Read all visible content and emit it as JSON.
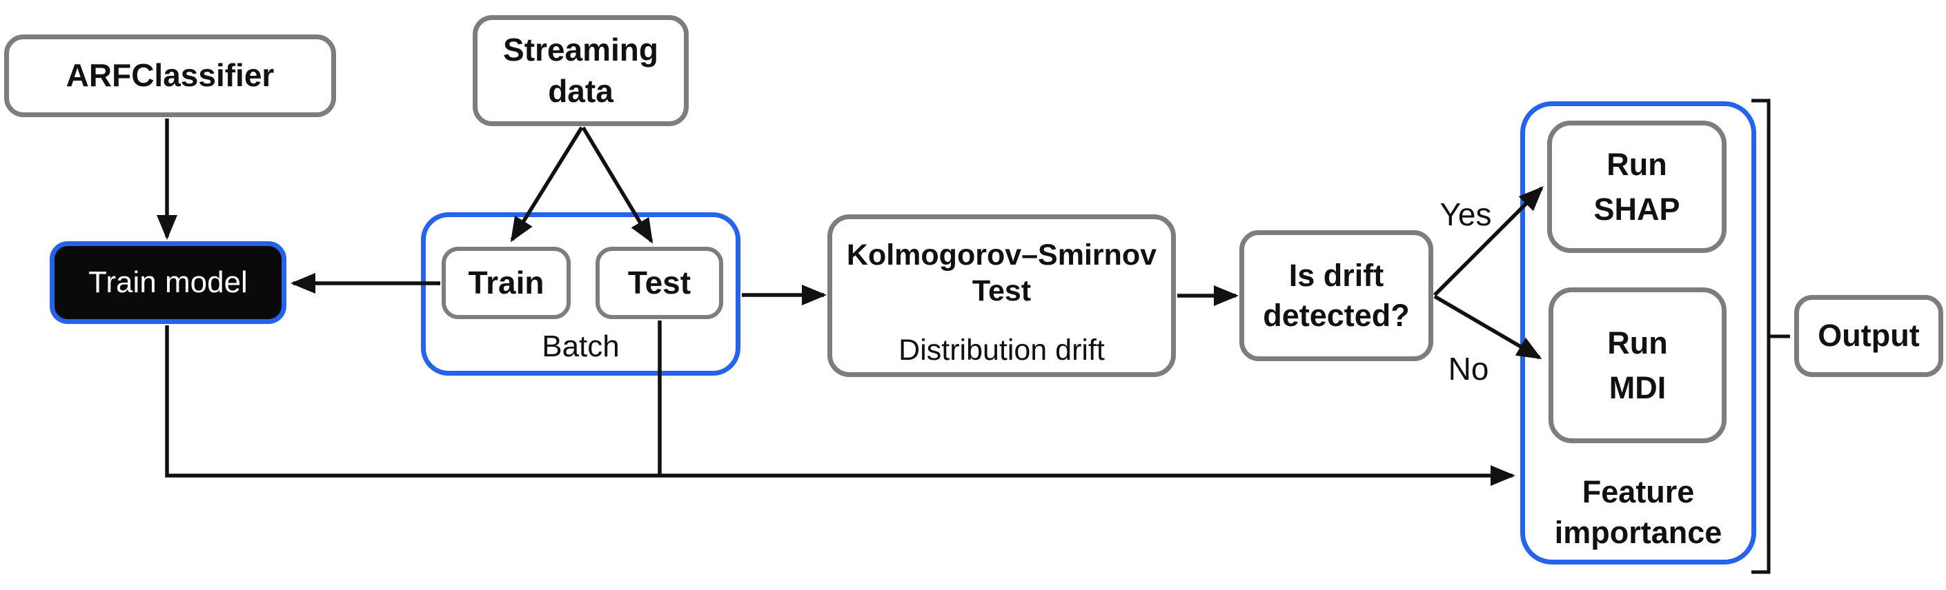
{
  "nodes": {
    "arf": "ARFClassifier",
    "streaming": {
      "line1": "Streaming",
      "line2": "data"
    },
    "train_model": "Train model",
    "batch_label": "Batch",
    "train": "Train",
    "test": "Test",
    "ks_title_line1": "Kolmogorov–Smirnov",
    "ks_title_line2": "Test",
    "ks_subtitle": "Distribution drift",
    "drift_line1": "Is drift",
    "drift_line2": "detected?",
    "shap_line1": "Run",
    "shap_line2": "SHAP",
    "mdi_line1": "Run",
    "mdi_line2": "MDI",
    "fi_line1": "Feature",
    "fi_line2": "importance",
    "output": "Output"
  },
  "edge_labels": {
    "yes": "Yes",
    "no": "No"
  },
  "colors": {
    "accent_blue": "#2563eb",
    "box_gray": "#7d7d7d",
    "line_color": "#111111",
    "train_model_fill": "#0a0a0a",
    "node_fill": "#ffffff",
    "canvas_bg": "#ffffff"
  }
}
